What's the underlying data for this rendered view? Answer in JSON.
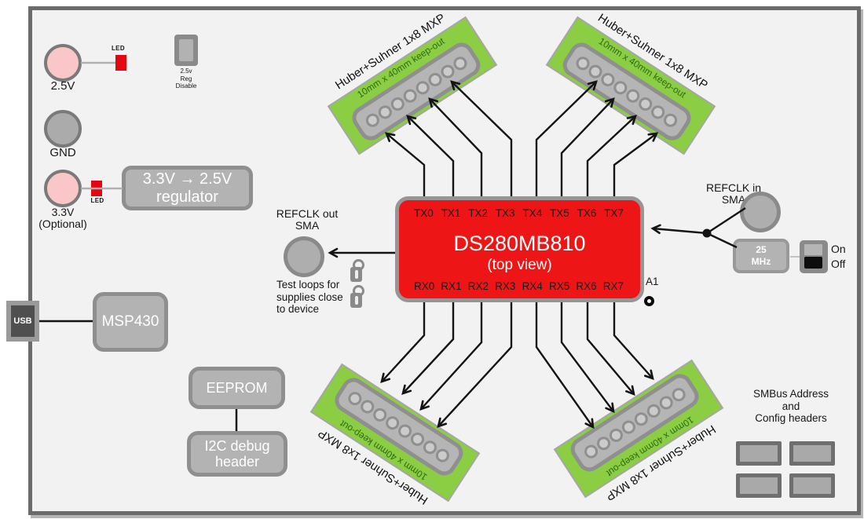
{
  "colors": {
    "chip_red": "#ed1515",
    "pad_green": "#8bce43",
    "led_red": "#e30613",
    "terminal_pink": "#f9c7c7",
    "box_gray": "#b3b3b3",
    "keepout_text_green": "#2e6b15",
    "background": "#f2f2f2"
  },
  "power": {
    "v25": "2.5V",
    "led": "LED",
    "gnd": "GND",
    "v33": "3.3V",
    "v33_note": "(Optional)",
    "reg_disable": {
      "l1": "2.5v",
      "l2": "Reg",
      "l3": "Disable"
    },
    "regulator": {
      "l1": "3.3V → 2.5V",
      "l2": "regulator"
    }
  },
  "usb": "USB",
  "msp430": "MSP430",
  "eeprom": "EEPROM",
  "i2c": {
    "l1": "I2C debug",
    "l2": "header"
  },
  "chip": {
    "name": "DS280MB810",
    "view": "(top view)",
    "a1": "A1",
    "tx": [
      "TX0",
      "TX1",
      "TX2",
      "TX3",
      "TX4",
      "TX5",
      "TX6",
      "TX7"
    ],
    "rx": [
      "RX0",
      "RX1",
      "RX2",
      "RX3",
      "RX4",
      "RX5",
      "RX6",
      "RX7"
    ]
  },
  "refclk_out": {
    "l1": "REFCLK out",
    "l2": "SMA"
  },
  "test_loops": {
    "l1": "Test loops for",
    "l2": "supplies close",
    "l3": "to device"
  },
  "refclk_in": {
    "l1": "REFCLK in",
    "l2": "SMA"
  },
  "oscillator": {
    "l1": "25",
    "l2": "MHz"
  },
  "switch": {
    "on": "On",
    "off": "Off"
  },
  "smbus": {
    "l1": "SMBus Address",
    "l2": "and",
    "l3": "Config headers"
  },
  "connector": {
    "title": "Huber+Suhner 1x8 MXP",
    "keepout": "10mm x 40mm keep-out"
  }
}
